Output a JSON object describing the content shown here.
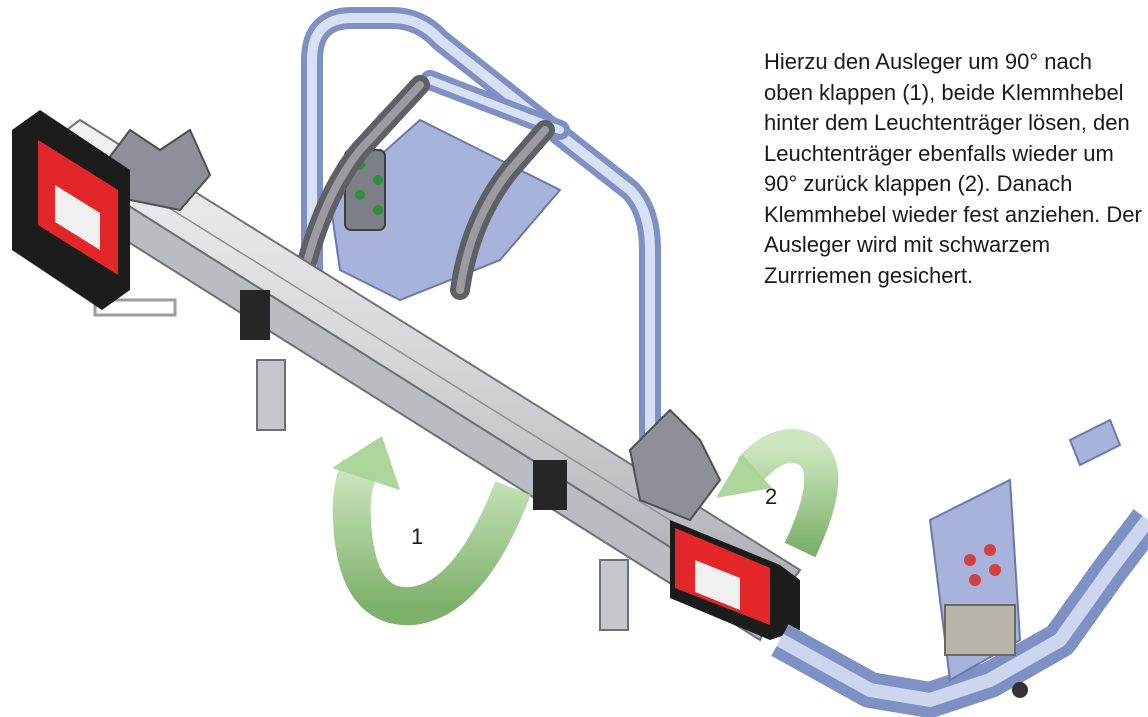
{
  "instruction": {
    "lines": [
      "Hierzu den Ausleger um 90° nach",
      "oben klappen (1), beide Klemmhebel",
      "hinter dem Leuchtenträger lösen, den",
      "Leuchtenträger ebenfalls wieder um",
      "90° zurück klappen (2). Danach",
      "Klemmhebel wieder fest anziehen. Der",
      "Ausleger wird mit schwarzem",
      "Zurrriemen gesichert."
    ]
  },
  "steps": [
    {
      "label": "1"
    },
    {
      "label": "2"
    }
  ],
  "colors": {
    "arrow_green": "#8dbf7a",
    "frame_blue": "#aab8dc",
    "rail_silver": "#d5d7da",
    "lamp_red": "#e3262a",
    "lamp_black": "#1c1c1c",
    "bolt_green": "#2f8f3a"
  },
  "icons": [
    "rotate-up-arrow-icon",
    "rotate-back-arrow-icon"
  ]
}
